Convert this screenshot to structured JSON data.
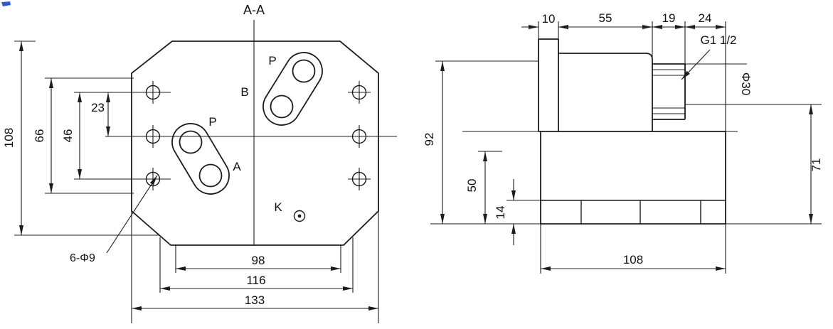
{
  "drawing": {
    "type": "engineering-dimension-drawing",
    "colors": {
      "line": "#1c1c1c",
      "background": "#ffffff",
      "watermark": "#2a5bd7"
    },
    "left_view": {
      "section_title": "A-A",
      "labels": {
        "port_upper": "P",
        "port_lower": "P",
        "label_a": "A",
        "label_b": "B",
        "label_k": "K"
      },
      "dims": {
        "height_overall": "108",
        "height_66": "66",
        "height_46": "46",
        "height_23": "23",
        "width_98": "98",
        "width_116": "116",
        "width_133": "133",
        "holes_note": "6-Φ9"
      }
    },
    "right_view": {
      "labels": {
        "thread": "G1 1/2",
        "bore_dia": "Φ30"
      },
      "dims": {
        "top_10": "10",
        "top_55": "55",
        "top_19": "19",
        "top_24": "24",
        "height_92": "92",
        "height_50": "50",
        "flange_14": "14",
        "height_71": "71",
        "width_108": "108"
      }
    }
  }
}
